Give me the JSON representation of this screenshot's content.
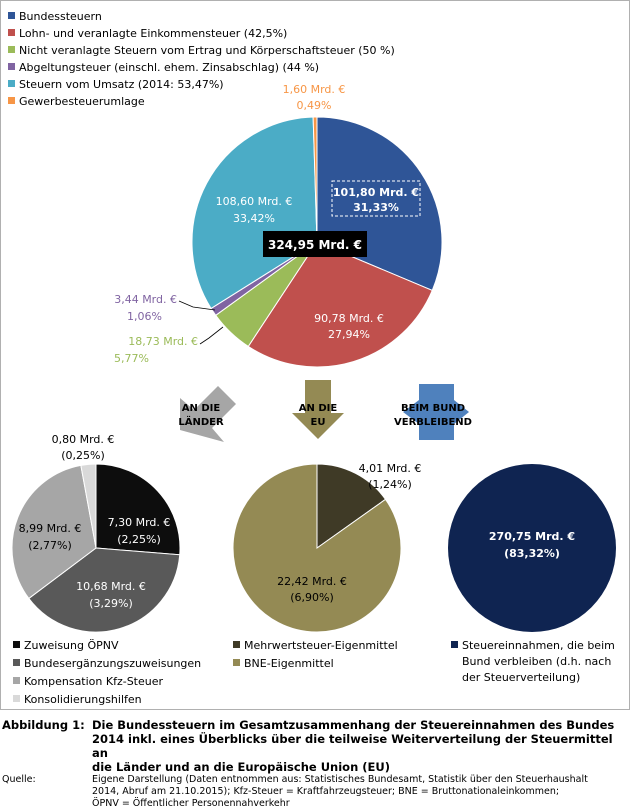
{
  "chart_data": [
    {
      "type": "pie",
      "legend": [
        {
          "label": "Bundessteuern",
          "color": "#2F5597"
        },
        {
          "label": "Lohn- und veranlagte Einkommensteuer (42,5%)",
          "color": "#C0504D"
        },
        {
          "label": "Nicht veranlagte Steuern vom Ertrag und  Körperschaftsteuer (50 %)",
          "color": "#9BBB59"
        },
        {
          "label": "Abgeltungsteuer (einschl. ehem. Zinsabschlag) (44 %)",
          "color": "#8064A2"
        },
        {
          "label": "Steuern vom Umsatz (2014: 53,47%)",
          "color": "#4BACC6"
        },
        {
          "label": "Gewerbesteuerumlage",
          "color": "#F79646"
        }
      ],
      "total_label": "324,95 Mrd. €",
      "slices": [
        {
          "name": "Bundessteuern",
          "value": 101.8,
          "percent": 31.33,
          "color": "#2F5597",
          "label": "101,80 Mrd. €",
          "pct_label": "31,33%"
        },
        {
          "name": "Lohn- und veranlagte Einkommensteuer",
          "value": 90.78,
          "percent": 27.94,
          "color": "#C0504D",
          "label": "90,78 Mrd. €",
          "pct_label": "27,94%"
        },
        {
          "name": "Nicht veranlagte Steuern vom Ertrag und Körperschaftsteuer",
          "value": 18.73,
          "percent": 5.77,
          "color": "#9BBB59",
          "label": "18,73 Mrd. €",
          "pct_label": "5,77%"
        },
        {
          "name": "Abgeltungsteuer",
          "value": 3.44,
          "percent": 1.06,
          "color": "#8064A2",
          "label": "3,44 Mrd. €",
          "pct_label": "1,06%"
        },
        {
          "name": "Steuern vom Umsatz",
          "value": 108.6,
          "percent": 33.42,
          "color": "#4BACC6",
          "label": "108,60 Mrd. €",
          "pct_label": "33,42%"
        },
        {
          "name": "Gewerbesteuerumlage",
          "value": 1.6,
          "percent": 0.49,
          "color": "#F79646",
          "label": "1,60 Mrd. €",
          "pct_label": "0,49%"
        }
      ]
    },
    {
      "type": "pie",
      "slices": [
        {
          "name": "Zuweisung ÖPNV",
          "value": 7.3,
          "percent": 2.25,
          "color": "#0D0D0D",
          "label": "7,30 Mrd. €",
          "pct_label": "(2,25%)"
        },
        {
          "name": "Bundesergänzungszuweisungen",
          "value": 10.68,
          "percent": 3.29,
          "color": "#595959",
          "label": "10,68 Mrd. €",
          "pct_label": "(3,29%)"
        },
        {
          "name": "Kompensation Kfz-Steuer",
          "value": 8.99,
          "percent": 2.77,
          "color": "#A6A6A6",
          "label": "8,99 Mrd. €",
          "pct_label": "(2,77%)"
        },
        {
          "name": "Konsolidierungshilfen",
          "value": 0.8,
          "percent": 0.25,
          "color": "#D9D9D9",
          "label": "0,80 Mrd. €",
          "pct_label": "(0,25%)"
        }
      ],
      "legend": [
        {
          "label": "Zuweisung ÖPNV",
          "color": "#0D0D0D"
        },
        {
          "label": "Bundesergänzungszuweisungen",
          "color": "#595959"
        },
        {
          "label": "Kompensation Kfz-Steuer",
          "color": "#A6A6A6"
        },
        {
          "label": "Konsolidierungshilfen",
          "color": "#D9D9D9"
        }
      ]
    },
    {
      "type": "pie",
      "slices": [
        {
          "name": "Mehrwertsteuer-Eigenmittel",
          "value": 4.01,
          "percent": 1.24,
          "color": "#3F3A26",
          "label": "4,01 Mrd. €",
          "pct_label": "(1,24%)"
        },
        {
          "name": "BNE-Eigenmittel",
          "value": 22.42,
          "percent": 6.9,
          "color": "#948A54",
          "label": "22,42 Mrd. €",
          "pct_label": "(6,90%)"
        }
      ],
      "legend": [
        {
          "label": "Mehrwertsteuer-Eigenmittel",
          "color": "#3F3A26"
        },
        {
          "label": "BNE-Eigenmittel",
          "color": "#948A54"
        }
      ]
    },
    {
      "type": "pie",
      "slices": [
        {
          "name": "Steuereinnahmen, die beim Bund verbleiben",
          "value": 270.75,
          "percent": 83.32,
          "color": "#0F2451",
          "label": "270,75 Mrd. €",
          "pct_label": "(83,32%)"
        }
      ],
      "legend": [
        {
          "label_lines": [
            "Steuereinnahmen, die beim",
            "Bund verbleiben (d.h. nach",
            "der Steuerverteilung)"
          ],
          "color": "#0F2451"
        }
      ]
    }
  ],
  "arrows": [
    {
      "lines": [
        "AN DIE",
        "LÄNDER"
      ],
      "color": "#A6A6A6"
    },
    {
      "lines": [
        "AN DIE",
        "EU"
      ],
      "color": "#948A54"
    },
    {
      "lines": [
        "BEIM BUND",
        "VERBLEIBEND"
      ],
      "color": "#4F81BD"
    }
  ],
  "caption": {
    "label": "Abbildung 1:",
    "lines": [
      "Die Bundessteuern im Gesamtzusammenhang der Steuereinnahmen des Bundes",
      "2014 inkl. eines Überblicks über die teilweise Weiterverteilung der Steuermittel an",
      "die Länder und an die Europäische Union (EU)"
    ],
    "source_label": "Quelle:",
    "source_lines": [
      "Eigene Darstellung (Daten entnommen aus: Statistisches Bundesamt, Statistik über den Steuerhaushalt",
      "2014, Abruf am 21.10.2015);  Kfz-Steuer = Kraftfahrzeugsteuer; BNE = Bruttonationaleinkommen;",
      "ÖPNV = Öffentlicher Personennahverkehr"
    ]
  }
}
